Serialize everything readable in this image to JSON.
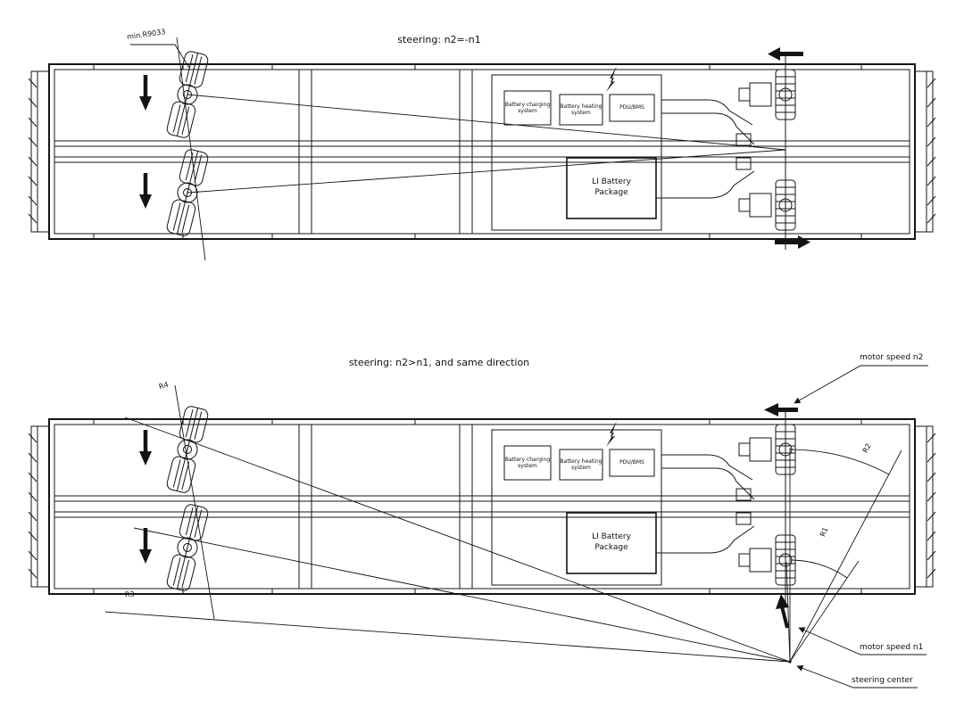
{
  "page": {
    "background": "#ffffff",
    "ink": "#141414"
  },
  "top_diagram": {
    "title": "steering: n2=-n1",
    "min_radius_label": "min.R9033",
    "equipment": {
      "charging": "Battery charging system",
      "heating": "Battery heating system",
      "pdu": "PDU/BMS",
      "battery_package": "LI Battery Package"
    }
  },
  "bottom_diagram": {
    "title": "steering: n2>n1, and same direction",
    "equipment": {
      "charging": "Battery charging system",
      "heating": "Battery heating system",
      "pdu": "PDU/BMS",
      "battery_package": "LI Battery Package"
    },
    "radius_labels": {
      "r1": "R1",
      "r2": "R2",
      "r3": "R3",
      "r4": "R4"
    },
    "annotations": {
      "motor_speed_n2": "motor speed n2",
      "motor_speed_n1": "motor speed n1",
      "steering_center": "steering center"
    }
  }
}
